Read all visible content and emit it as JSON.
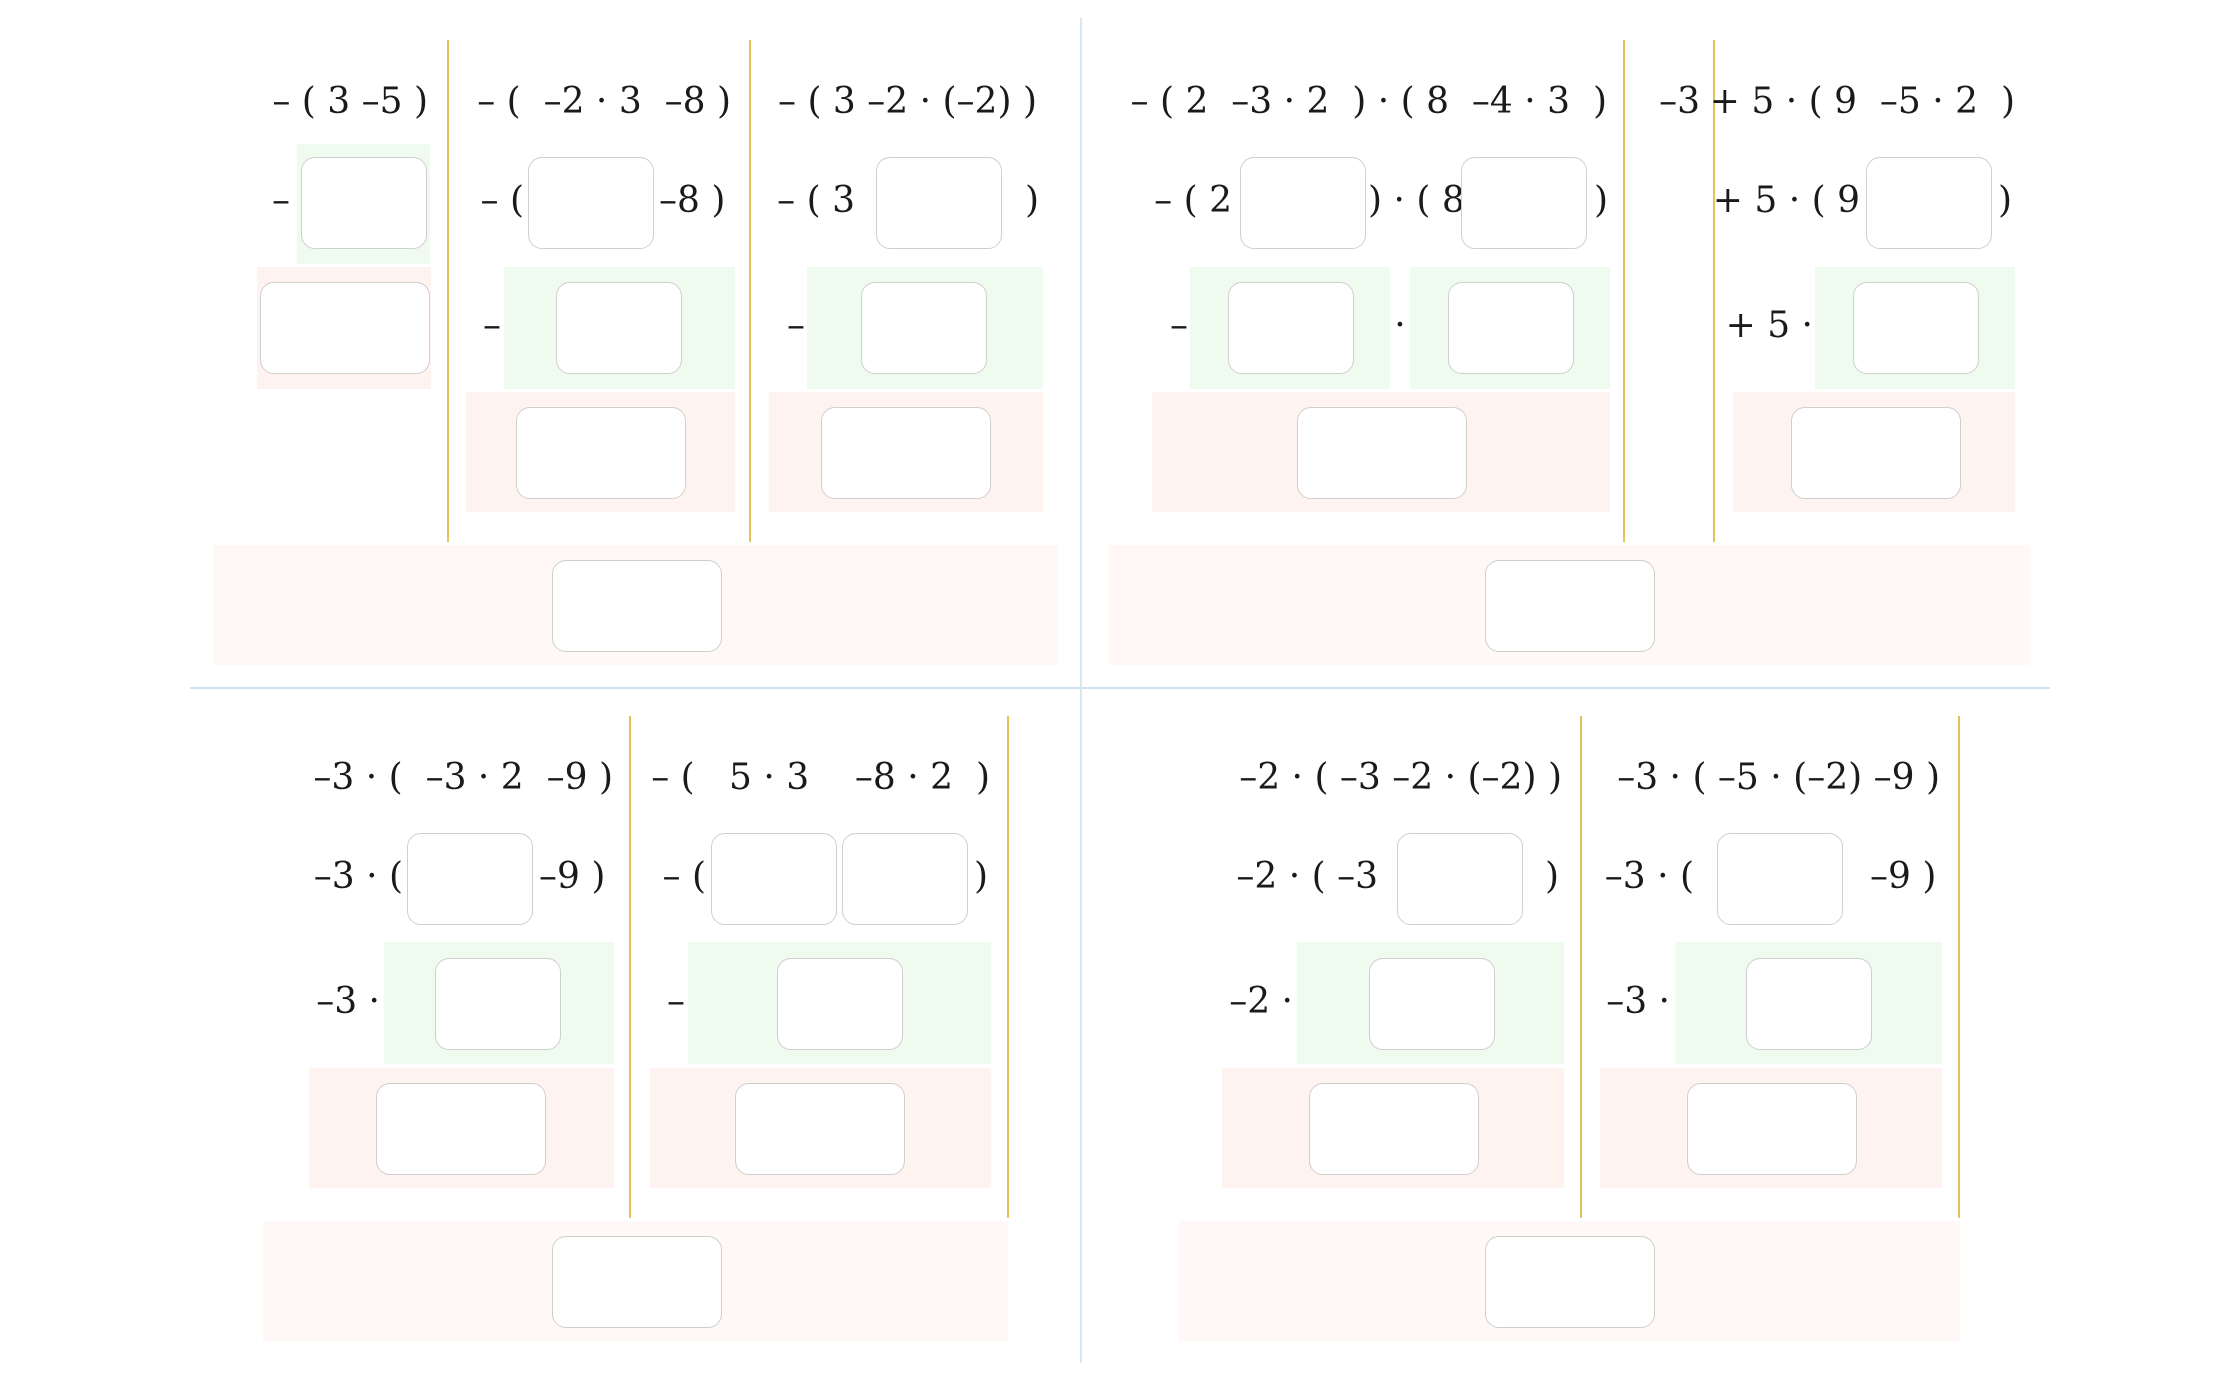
{
  "quadrant_1": {
    "columns": [
      {
        "expression": "– ( 3 –5 )",
        "step1": {
          "prefix": "–"
        }
      },
      {
        "expression": "– (  –2 · 3  –8 )",
        "step1": {
          "prefix": "– (",
          "suffix": "–8 )"
        },
        "step2": {
          "prefix": "–"
        }
      },
      {
        "expression": "– ( 3 –2 · (–2) )",
        "step1": {
          "prefix": "– ( 3",
          "suffix": ")"
        },
        "step2": {
          "prefix": "–"
        }
      }
    ]
  },
  "quadrant_2": {
    "columns": [
      {
        "expression": "– ( 2  –3 · 2  ) · ( 8  –4 · 3  )",
        "step1": {
          "prefix_a": "– ( 2",
          "middle": ") · ( 8",
          "suffix": ")"
        },
        "step2": {
          "prefix": "–",
          "dot": "·"
        }
      },
      {
        "expression": "–3"
      },
      {
        "expression": "+ 5 · ( 9  –5 · 2  )",
        "step1": {
          "prefix": "+ 5 · ( 9",
          "suffix": ")"
        },
        "step2": {
          "prefix": "+ 5 ·"
        }
      }
    ]
  },
  "quadrant_3": {
    "columns": [
      {
        "expression": "–3 · (  –3 · 2  –9 )",
        "step1": {
          "prefix": "–3 · (",
          "suffix": "–9 )"
        },
        "step2": {
          "prefix": "–3 ·"
        }
      },
      {
        "expression": "– (   5 · 3    –8 · 2  )",
        "step1": {
          "prefix": "– (",
          "suffix": ")"
        },
        "step2": {
          "prefix": "–"
        }
      }
    ]
  },
  "quadrant_4": {
    "columns": [
      {
        "expression": "–2 · ( –3 –2 · (–2) )",
        "step1": {
          "prefix": "–2 · ( –3",
          "suffix": ")"
        },
        "step2": {
          "prefix": "–2 ·"
        }
      },
      {
        "expression": "–3 · ( –5 · (–2) –9 )",
        "step1": {
          "prefix": "–3 · (",
          "suffix": "–9 )"
        },
        "step2": {
          "prefix": "–3 ·"
        }
      }
    ]
  },
  "colors": {
    "column_separator": "#e3c25a",
    "quadrant_divider": "#cfe2ef",
    "intermediate_bg": "#effbee",
    "result_bg": "#fff3ef",
    "final_bg": "#fff8f7",
    "input_border": "#cfcfcf"
  }
}
